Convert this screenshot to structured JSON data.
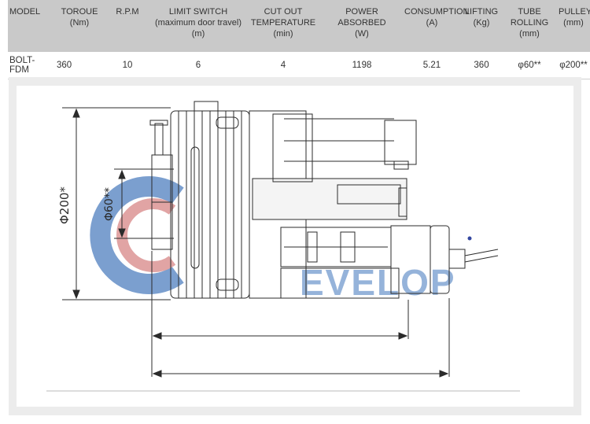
{
  "table": {
    "headers": [
      "MODEL",
      "TOROUE\n(Nm)",
      "R.P.M",
      "LIMIT SWITCH\n(maximum door travel)\n(m)",
      "CUT OUT\nTEMPERATURE\n(min)",
      "POWER ABSORBED\n(W)",
      "CONSUMPTION\n(A)",
      "LIFTING\n(Kg)",
      "TUBE ROLLING\n(mm)",
      "PULLEY\n(mm)"
    ],
    "row": [
      "BOLT-FDM",
      "360",
      "10",
      "6",
      "4",
      "1198",
      "5.21",
      "360",
      "φ60**",
      "φ200**"
    ]
  },
  "drawing": {
    "dim_outer": "Φ200*",
    "dim_inner": "Φ60**",
    "watermark": "EVELOP"
  },
  "colors": {
    "header_bg": "#c9c9c9",
    "panel_bg": "#ececec",
    "line": "#2b2b2b",
    "watermark_blue": "#4f7fc0",
    "watermark_red": "#d88686"
  }
}
